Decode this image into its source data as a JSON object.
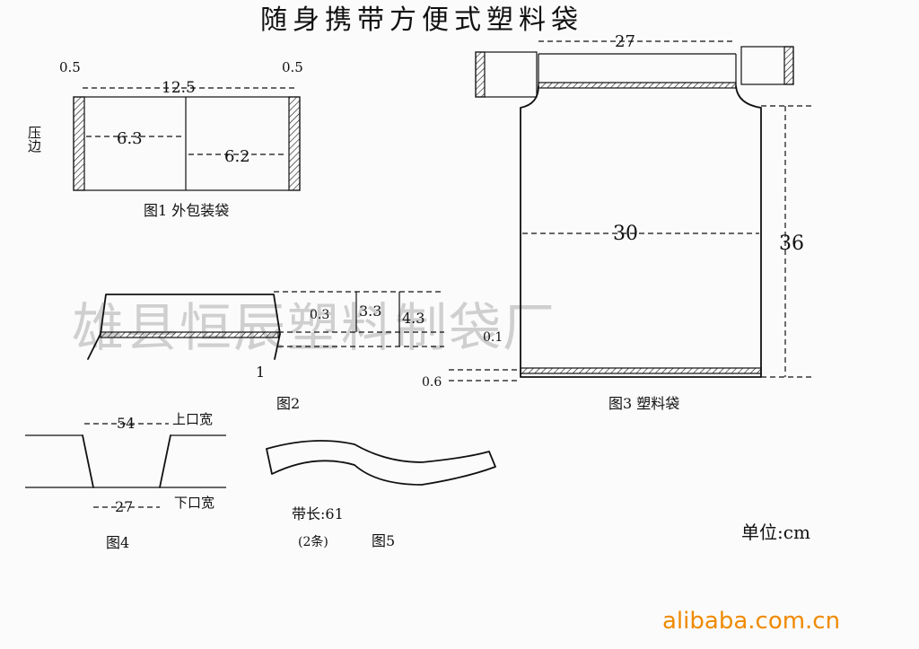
{
  "title": "随身携带方便式塑料袋",
  "watermark": "雄县恒辰塑料制袋厂",
  "logo": "alibaba.com.cn",
  "unit_label": "单位:cm",
  "fig1": {
    "caption": "图1 外包装袋",
    "top_left_dim": "0.5",
    "top_right_dim": "0.5",
    "width_dim": "12.5",
    "left_half": "6.3",
    "right_half": "6.2",
    "seal_label": "压边"
  },
  "fig2": {
    "caption": "图2",
    "dim_a": "0.3",
    "dim_b": "3.3",
    "dim_c": "4.3",
    "dim_d": "1"
  },
  "fig3": {
    "caption": "图3 塑料袋",
    "top_dim": "27",
    "width_dim": "30",
    "height_dim": "36",
    "gap_dim": "0.1",
    "bottom_dim": "0.6"
  },
  "fig4": {
    "caption": "图4",
    "top_width": "54",
    "top_label": "上口宽",
    "bottom_width": "27",
    "bottom_label": "下口宽"
  },
  "fig5": {
    "caption": "图5",
    "strap_length": "带长:61",
    "strap_count": "(2条)"
  }
}
